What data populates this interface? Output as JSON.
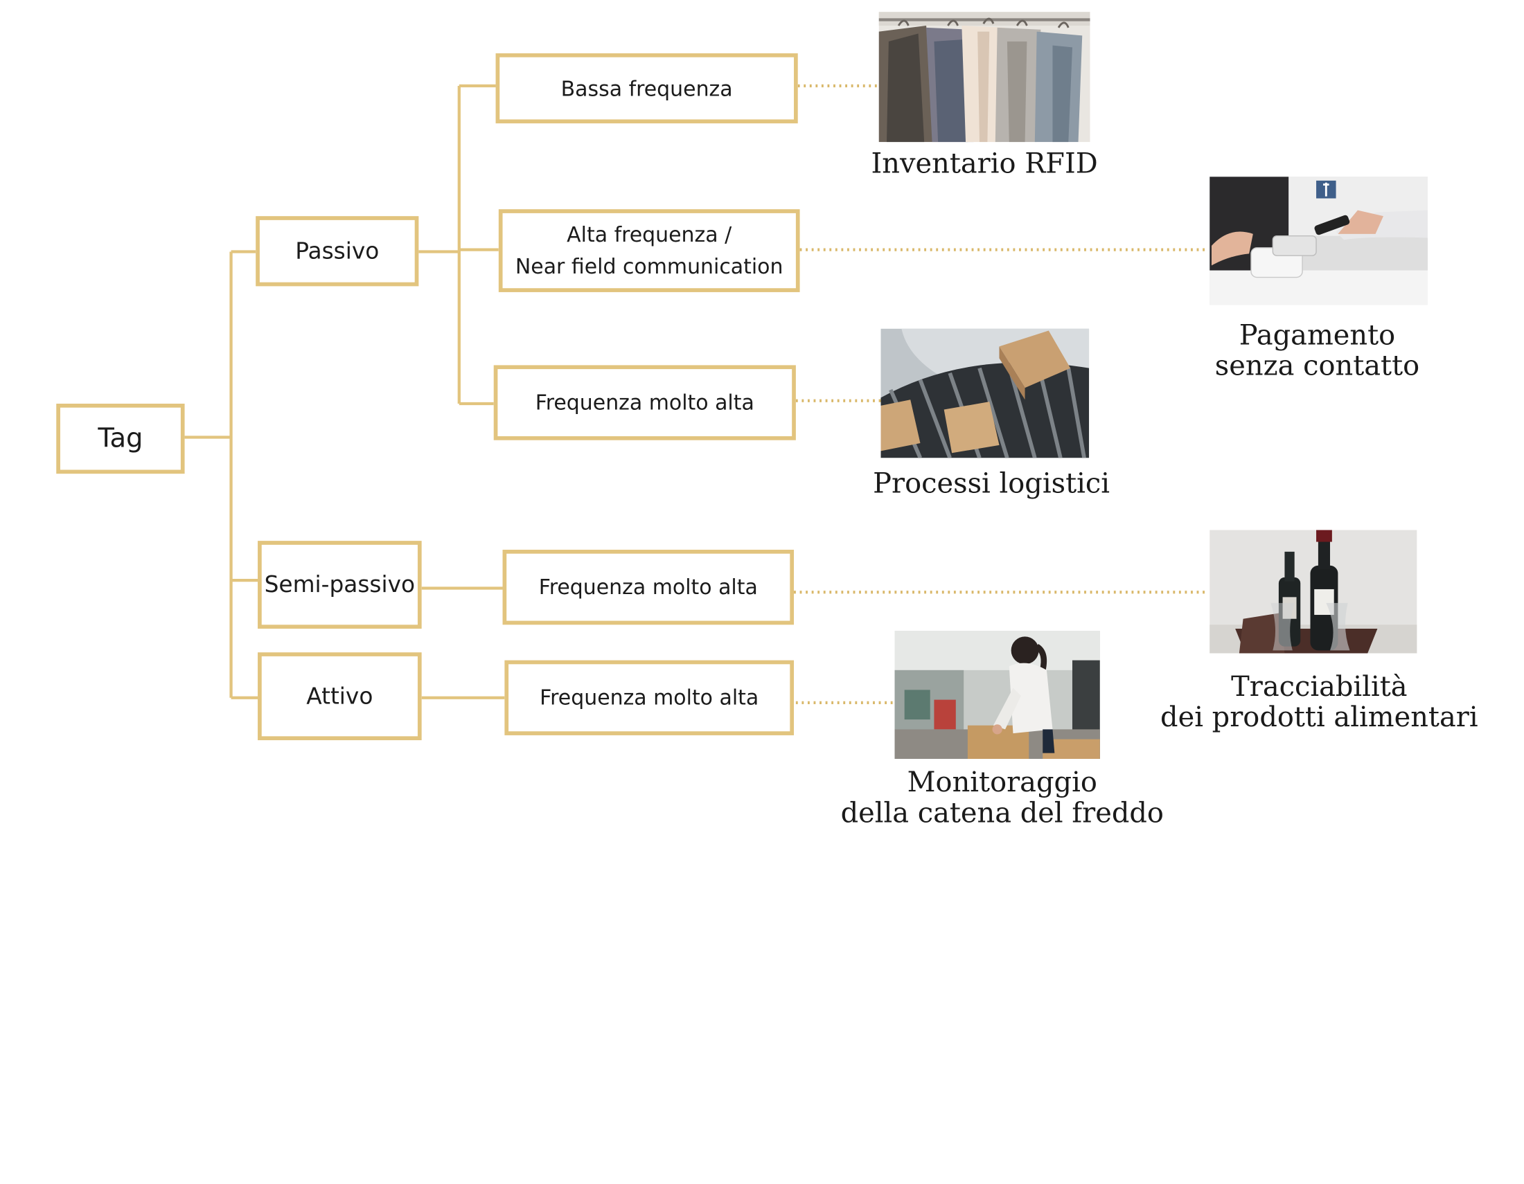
{
  "diagram": {
    "root": {
      "label": "Tag"
    },
    "tag_types": [
      {
        "label": "Passivo"
      },
      {
        "label": "Semi-passivo"
      },
      {
        "label": "Attivo"
      }
    ],
    "frequencies": [
      {
        "label": "Bassa frequenza"
      },
      {
        "label": "Alta frequenza /\nNear field communication"
      },
      {
        "label": "Frequenza molto alta"
      },
      {
        "label": "Frequenza molto alta"
      },
      {
        "label": "Frequenza molto alta"
      }
    ],
    "applications": [
      {
        "caption": "Inventario RFID",
        "icon": "clothes-rack-photo"
      },
      {
        "caption": "Pagamento\nsenza contatto",
        "icon": "contactless-payment-photo"
      },
      {
        "caption": "Processi logistici",
        "icon": "conveyor-boxes-photo"
      },
      {
        "caption": "Tracciabilità\ndei prodotti alimentari",
        "icon": "wine-bottles-photo"
      },
      {
        "caption": "Monitoraggio\ndella catena del freddo",
        "icon": "warehouse-worker-photo"
      }
    ],
    "colors": {
      "accent": "#e2c47e",
      "dotted_link": "#d9b86a",
      "text": "#1b1b1b"
    }
  }
}
